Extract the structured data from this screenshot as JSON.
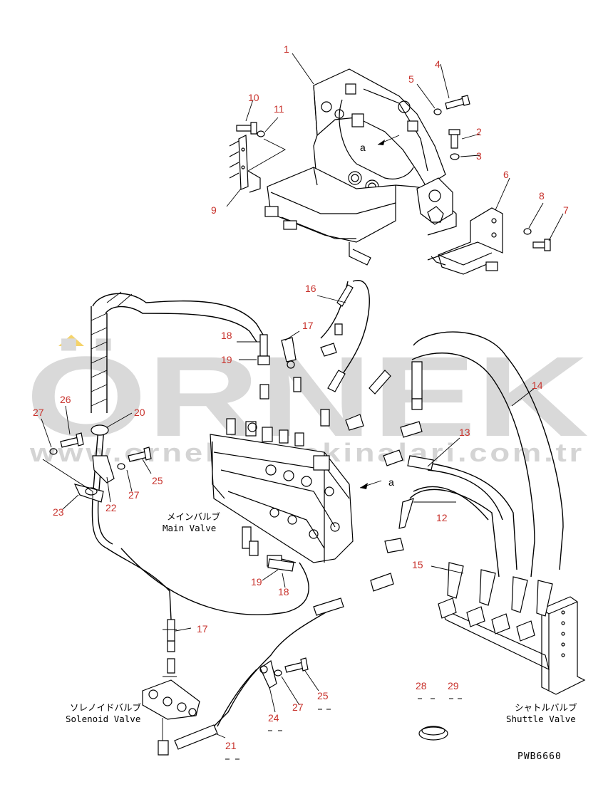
{
  "watermark": {
    "brand": "ÖRNEK",
    "url": "www.ornekisimakinalari.com.tr",
    "color": "#d9d9d9",
    "accent": "#f5d36a"
  },
  "diagram": {
    "drawing_code": "PWB6660",
    "view_ref": "a",
    "labels": {
      "main_valve_jp": "メインバルブ",
      "main_valve_en": "Main Valve",
      "solenoid_valve_jp": "ソレノイドバルブ",
      "solenoid_valve_en": "Solenoid Valve",
      "shuttle_valve_jp": "シャトルバルブ",
      "shuttle_valve_en": "Shuttle Valve"
    },
    "callouts": [
      {
        "id": "c1",
        "text": "1"
      },
      {
        "id": "c2",
        "text": "2"
      },
      {
        "id": "c3",
        "text": "3"
      },
      {
        "id": "c4",
        "text": "4"
      },
      {
        "id": "c5",
        "text": "5"
      },
      {
        "id": "c6",
        "text": "6"
      },
      {
        "id": "c7",
        "text": "7"
      },
      {
        "id": "c8",
        "text": "8"
      },
      {
        "id": "c9",
        "text": "9"
      },
      {
        "id": "c10",
        "text": "10"
      },
      {
        "id": "c11",
        "text": "11"
      },
      {
        "id": "c12",
        "text": "12"
      },
      {
        "id": "c13",
        "text": "13"
      },
      {
        "id": "c14",
        "text": "14"
      },
      {
        "id": "c15",
        "text": "15"
      },
      {
        "id": "c16",
        "text": "16"
      },
      {
        "id": "c17a",
        "text": "17"
      },
      {
        "id": "c17b",
        "text": "17"
      },
      {
        "id": "c18a",
        "text": "18"
      },
      {
        "id": "c18b",
        "text": "18"
      },
      {
        "id": "c19a",
        "text": "19"
      },
      {
        "id": "c19b",
        "text": "19"
      },
      {
        "id": "c20",
        "text": "20"
      },
      {
        "id": "c21",
        "text": "21"
      },
      {
        "id": "c22",
        "text": "22"
      },
      {
        "id": "c23",
        "text": "23"
      },
      {
        "id": "c24",
        "text": "24"
      },
      {
        "id": "c25a",
        "text": "25"
      },
      {
        "id": "c25b",
        "text": "25"
      },
      {
        "id": "c26",
        "text": "26"
      },
      {
        "id": "c27a",
        "text": "27"
      },
      {
        "id": "c27b",
        "text": "27"
      },
      {
        "id": "c27c",
        "text": "27"
      },
      {
        "id": "c28",
        "text": "28"
      },
      {
        "id": "c29",
        "text": "29"
      }
    ]
  }
}
